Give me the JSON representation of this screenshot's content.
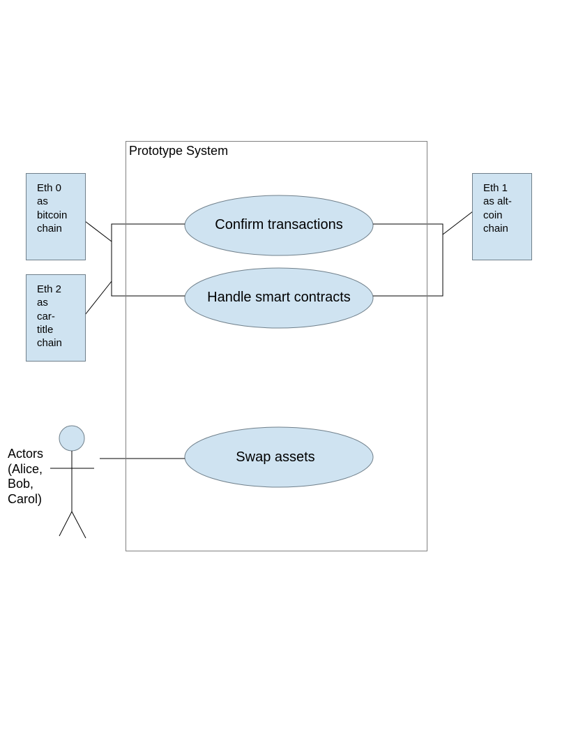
{
  "system": {
    "title": "Prototype System"
  },
  "chains": [
    {
      "lines": [
        "Eth 0",
        "as",
        "bitcoin",
        "chain"
      ]
    },
    {
      "lines": [
        "Eth 2",
        "as",
        "car-",
        "title",
        "chain"
      ]
    },
    {
      "lines": [
        "Eth 1",
        "as alt-",
        "coin",
        "chain"
      ]
    }
  ],
  "use_cases": [
    {
      "label": "Confirm transactions"
    },
    {
      "label": "Handle smart contracts"
    },
    {
      "label": "Swap assets"
    }
  ],
  "actor": {
    "lines": [
      "Actors",
      "(Alice,",
      "Bob,",
      "Carol)"
    ]
  },
  "colors": {
    "fill": "#cfe3f1",
    "stroke": "#6f7f8a",
    "line": "#000000"
  }
}
